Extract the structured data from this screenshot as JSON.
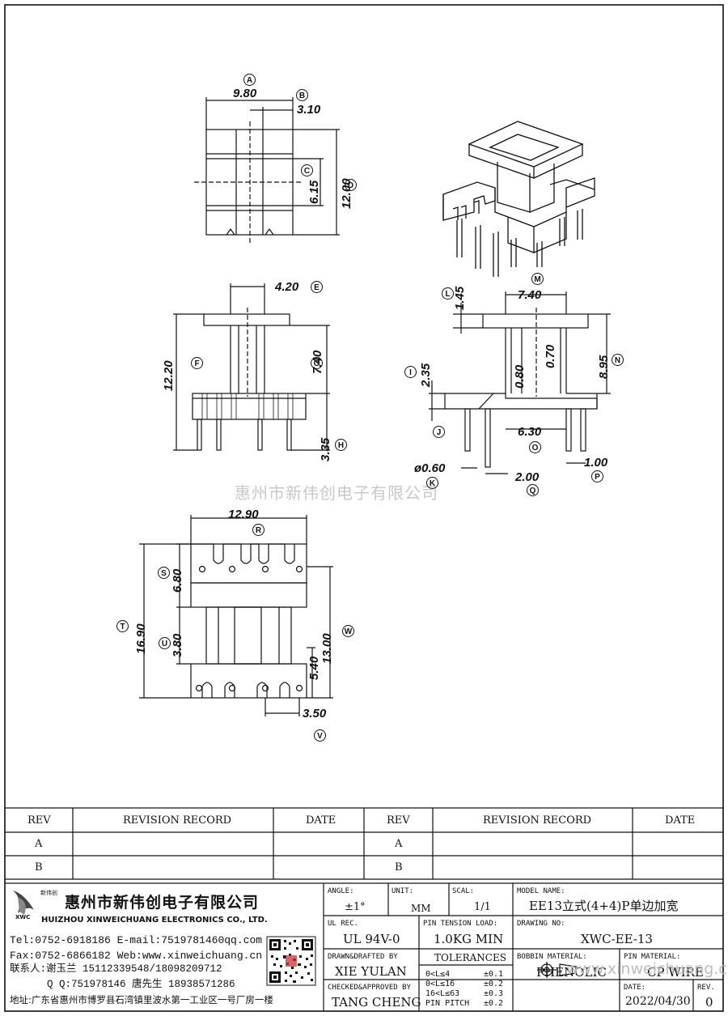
{
  "watermark": "惠州市新伟创电子有限公司",
  "dimensions": {
    "A": {
      "bubble": "A",
      "value": "9.80"
    },
    "B": {
      "bubble": "B",
      "value": "3.10"
    },
    "C": {
      "bubble": "C",
      "value": "6.15"
    },
    "D": {
      "bubble": "D",
      "value": "12.00"
    },
    "E": {
      "bubble": "E",
      "value": "4.20"
    },
    "F": {
      "bubble": "F",
      "value": "12.20"
    },
    "G": {
      "bubble": "G",
      "value": "7.40"
    },
    "H": {
      "bubble": "H",
      "value": "3.35"
    },
    "I": {
      "bubble": "I",
      "value": "2.35"
    },
    "J": {
      "bubble": "J",
      "value": ""
    },
    "K": {
      "bubble": "K",
      "value": "ø0.60"
    },
    "L": {
      "bubble": "L",
      "value": "1.45"
    },
    "M": {
      "bubble": "M",
      "value": "7.40"
    },
    "N": {
      "bubble": "N",
      "value": "8.95"
    },
    "O": {
      "bubble": "O",
      "value": "6.30"
    },
    "P": {
      "bubble": "P",
      "value": "1.00"
    },
    "Q": {
      "bubble": "Q",
      "value": "2.00"
    },
    "R": {
      "bubble": "R",
      "value": "12.90"
    },
    "S": {
      "bubble": "S",
      "value": "6.80"
    },
    "T": {
      "bubble": "T",
      "value": "16.90"
    },
    "U": {
      "bubble": "U",
      "value": "3.80"
    },
    "V": {
      "bubble": "V",
      "value": "3.50"
    },
    "W": {
      "bubble": "W",
      "value": "13.00"
    },
    "extra1": "0.80",
    "extra2": "0.70",
    "extra3": "5.40"
  },
  "revision_table": {
    "headers": [
      "REV",
      "REVISION RECORD",
      "DATE",
      "REV",
      "REVISION RECORD",
      "DATE"
    ],
    "rows": [
      [
        "A",
        "",
        "",
        "A",
        "",
        ""
      ],
      [
        "B",
        "",
        "",
        "B",
        "",
        ""
      ]
    ]
  },
  "company": {
    "logo_text": "新伟创",
    "logo_sub": "XWC",
    "name_cn": "惠州市新伟创电子有限公司",
    "name_en": "HUIZHOU XINWEICHUANG ELECTRONICS CO., LTD.",
    "line1": "Tel:0752-6918186 E-mail:7519781460qq.com",
    "line2": "Fax:0752-6866182 Web:www.xinweichuang.cn",
    "line3": "联系人:谢玉兰 15112339548/18098209712",
    "line4": "Q Q:751978146   唐先生 18938571286",
    "line5": "地址:广东省惠州市博罗县石湾镇里波水第一工业区一号厂房一楼"
  },
  "title_block": {
    "angle_label": "ANGLE:",
    "angle": "±1°",
    "unit_label": "UNIT:",
    "unit": "MM",
    "scale_label": "SCAL:",
    "scale": "1/1",
    "model_label": "MODEL NAME:",
    "model": "EE13立式(4+4)P单边加宽",
    "ul_label": "UL REC.",
    "ul": "UL 94V-0",
    "pin_tension_label": "PIN TENSION LOAD:",
    "pin_tension": "1.0KG MIN",
    "drawing_label": "DRAWING NO:",
    "drawing": "XWC-EE-13",
    "drawn_label": "DRAWN&DRAFTED BY",
    "drawn": "XIE YULAN",
    "tol_label": "TOLERANCES",
    "tol_rows": [
      [
        "0<L≤4",
        "±0.1"
      ],
      [
        "0<L≤16",
        "±0.2"
      ],
      [
        "16<L≤63",
        "±0.3"
      ],
      [
        "PIN PITCH",
        "±0.2"
      ]
    ],
    "bobbin_label": "BOBBIN MATERIAL:",
    "bobbin": "PHENOLIC",
    "pin_mat_label": "PIN MATERIAL:",
    "pin_mat": "CP WIRE",
    "checked_label": "CHECKED&APPROVED BY",
    "checked": "TANG CHENG",
    "date_label": "DATE:",
    "date": "2022/04/30",
    "rev_label": "REV.",
    "rev": "0",
    "website_overlay": "www.xinweichuang.cn"
  },
  "colors": {
    "ink": "#111111",
    "watermark": "#c8c8c8"
  }
}
